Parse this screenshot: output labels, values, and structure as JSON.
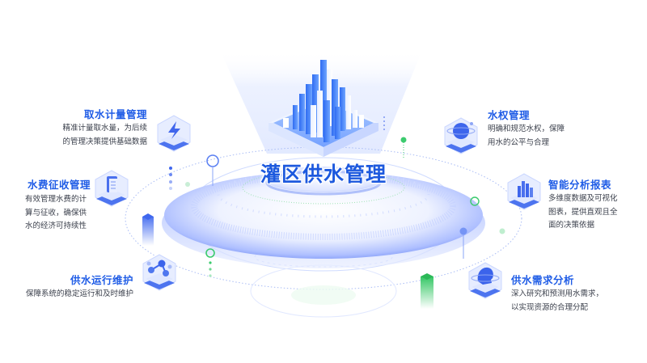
{
  "diagram": {
    "title": "灌区供水管理",
    "accent_color": "#1f5ce6",
    "secondary_color": "#3ccb6e",
    "features": [
      {
        "id": "water-intake",
        "title": "取水计量管理",
        "desc_lines": [
          "精准计量取水量，为后续",
          "的管理决策提供基础数据"
        ],
        "icon": "lightning-cube-icon",
        "side": "left"
      },
      {
        "id": "water-fee",
        "title": "水费征收管理",
        "desc_lines": [
          "有效管理水费的计",
          "算与征收，确保供",
          "水的经济可持续性"
        ],
        "icon": "document-cube-icon",
        "side": "left"
      },
      {
        "id": "supply-maintenance",
        "title": "供水运行维护",
        "desc_lines": [
          "保障系统的稳定运行和及时维护"
        ],
        "icon": "network-nodes-icon",
        "side": "left"
      },
      {
        "id": "water-rights",
        "title": "水权管理",
        "desc_lines": [
          "明确和规范水权，保障",
          "用水的公平与合理"
        ],
        "icon": "planet-sphere-icon",
        "side": "right"
      },
      {
        "id": "smart-analytics",
        "title": "智能分析报表",
        "desc_lines": [
          "多维度数据及可视化",
          "图表，提供直观且全",
          "面的决策依据"
        ],
        "icon": "bar-chart-cube-icon",
        "side": "right"
      },
      {
        "id": "demand-analysis",
        "title": "供水需求分析",
        "desc_lines": [
          "深入研究和预测用水需求，",
          "以实现资源的合理分配"
        ],
        "icon": "head-profile-icon",
        "side": "right"
      }
    ]
  }
}
